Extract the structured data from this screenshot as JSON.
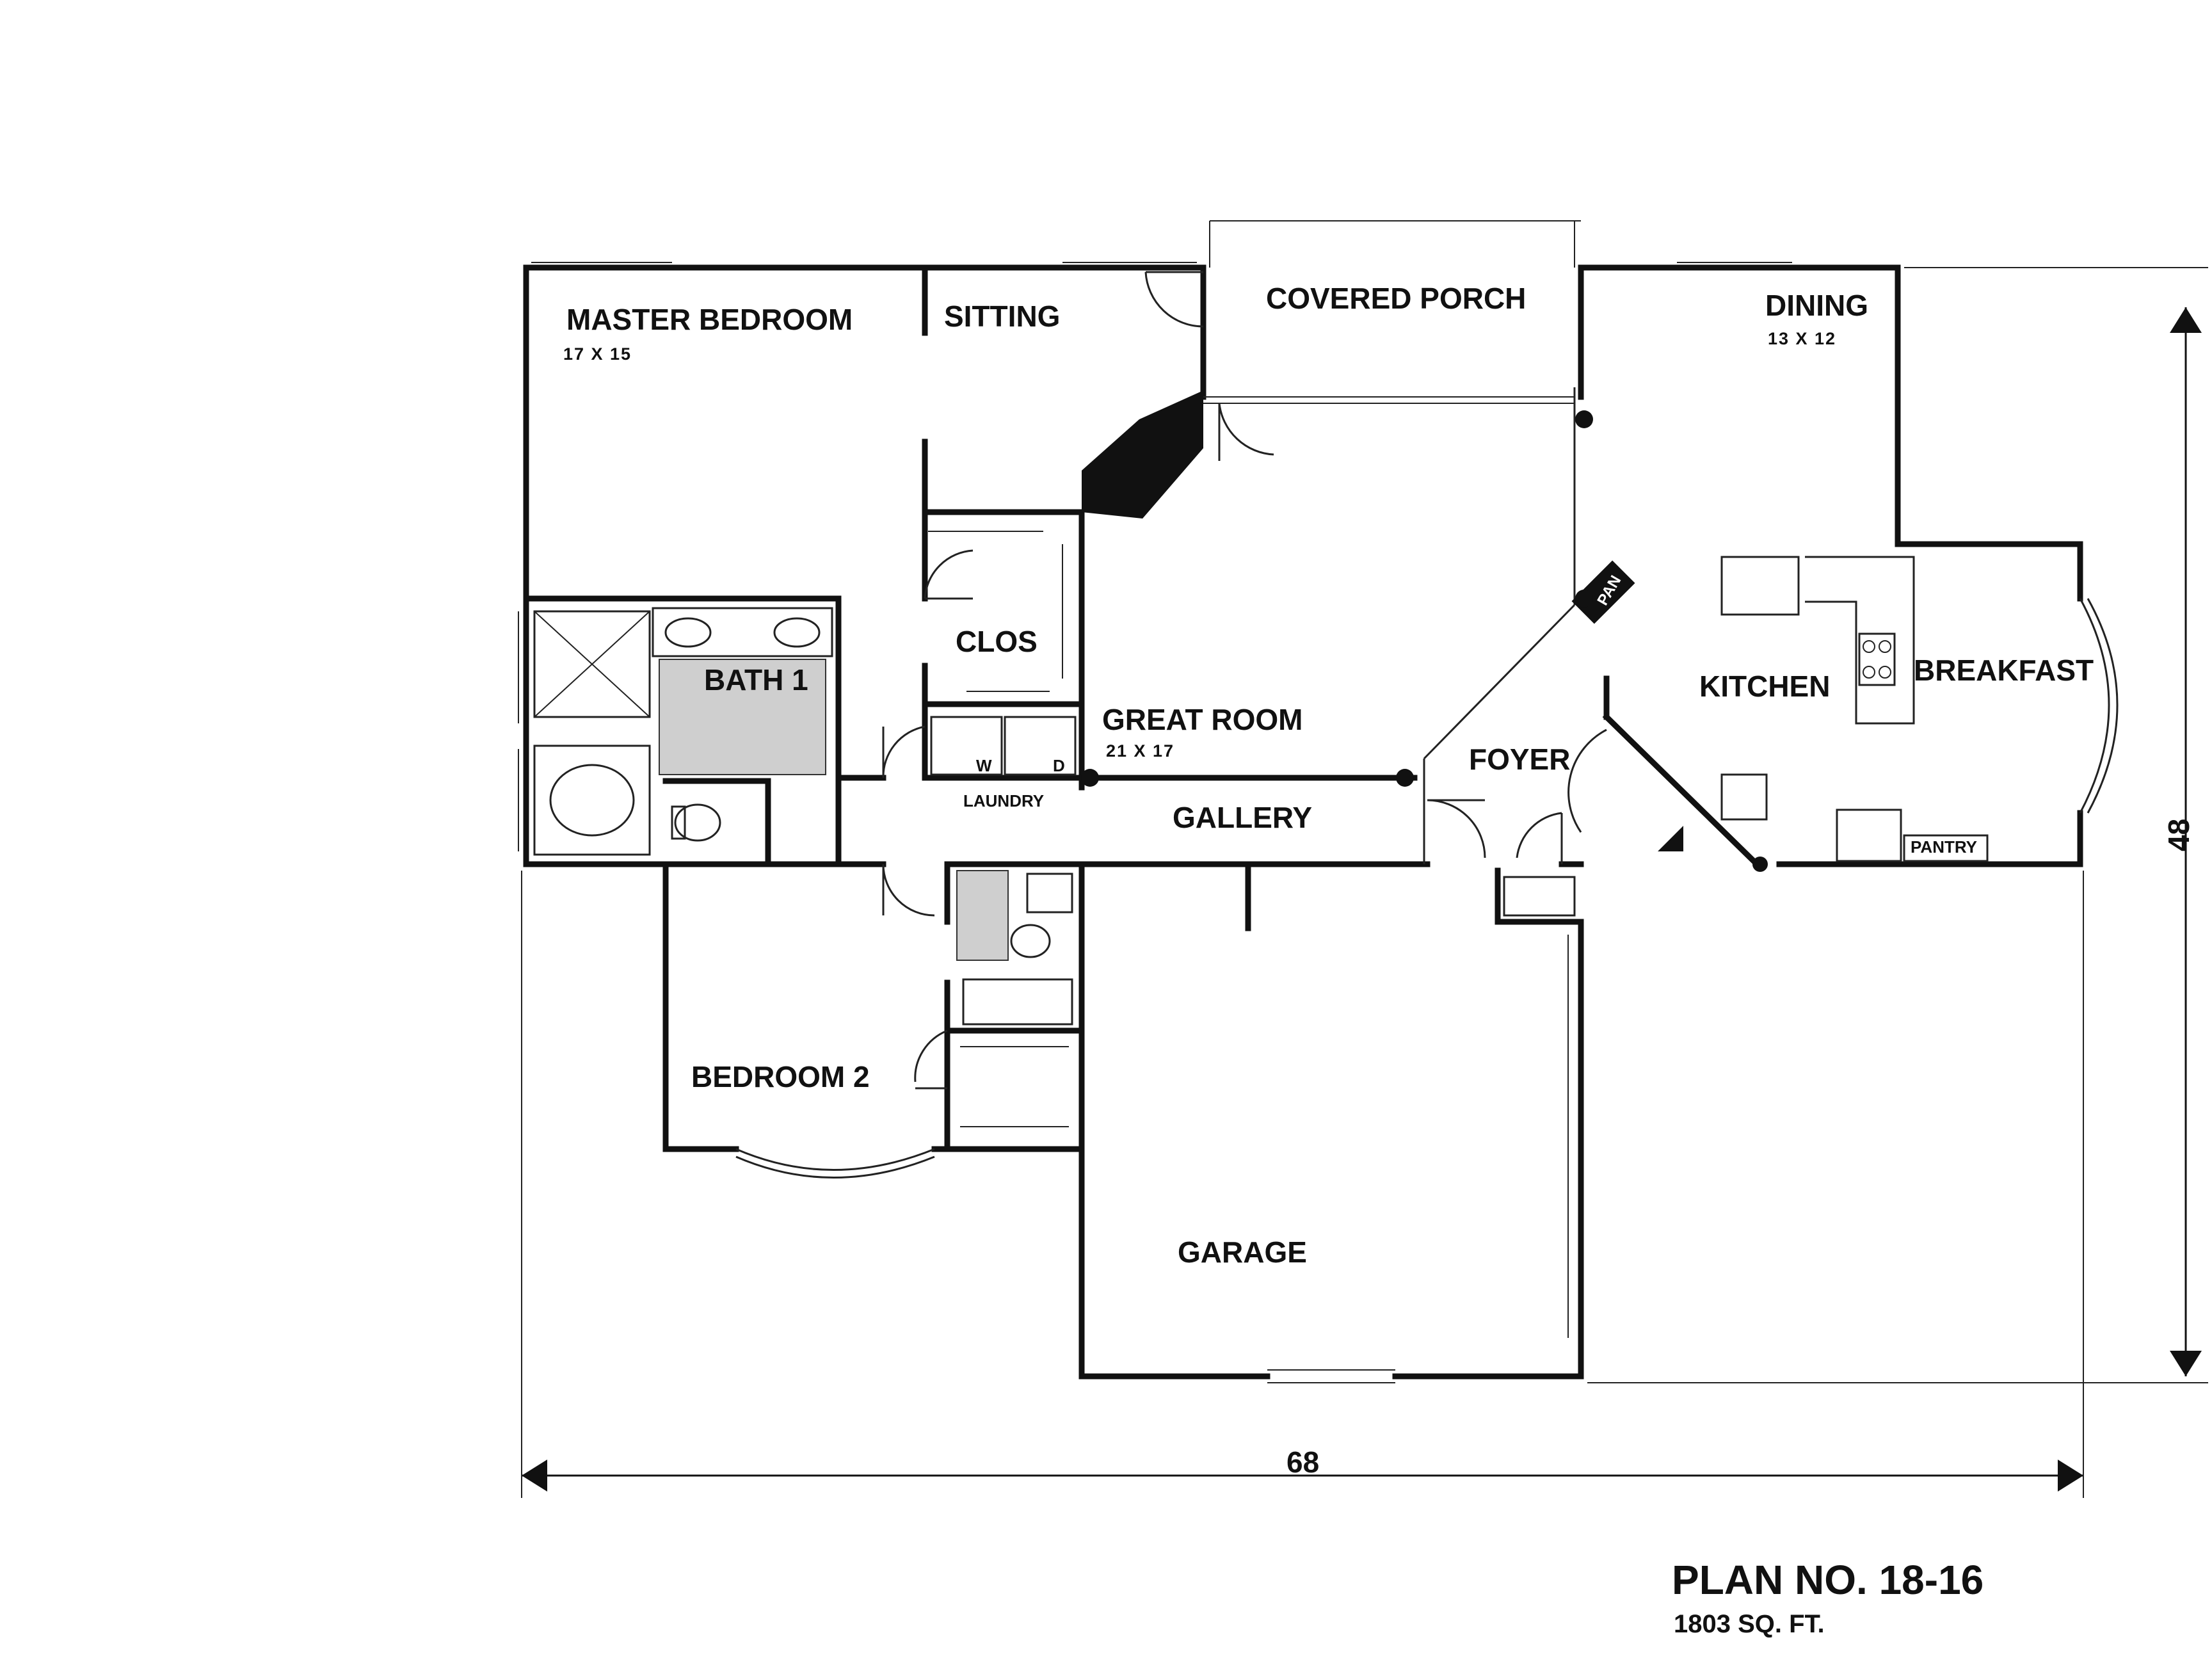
{
  "plan": {
    "title": "PLAN NO. 18-16",
    "area": "1803 SQ. FT.",
    "dimensions": {
      "width": "68",
      "depth": "48"
    }
  },
  "rooms": [
    {
      "key": "master_bedroom",
      "name": "MASTER BEDROOM",
      "size": "17 X 15"
    },
    {
      "key": "sitting",
      "name": "SITTING"
    },
    {
      "key": "covered_porch",
      "name": "COVERED PORCH"
    },
    {
      "key": "dining",
      "name": "DINING",
      "size": "13 X 12"
    },
    {
      "key": "bath_1",
      "name": "BATH 1"
    },
    {
      "key": "clos",
      "name": "CLOS"
    },
    {
      "key": "great_room",
      "name": "GREAT ROOM",
      "size": "21 X 17"
    },
    {
      "key": "kitchen",
      "name": "KITCHEN"
    },
    {
      "key": "breakfast",
      "name": "BREAKFAST"
    },
    {
      "key": "foyer",
      "name": "FOYER"
    },
    {
      "key": "gallery",
      "name": "GALLERY"
    },
    {
      "key": "laundry",
      "name": "LAUNDRY"
    },
    {
      "key": "bedroom_2",
      "name": "BEDROOM 2"
    },
    {
      "key": "garage",
      "name": "GARAGE"
    }
  ],
  "fixtures": {
    "pan": "PAN",
    "pantry": "PANTRY",
    "washer": "W",
    "dryer": "D"
  }
}
